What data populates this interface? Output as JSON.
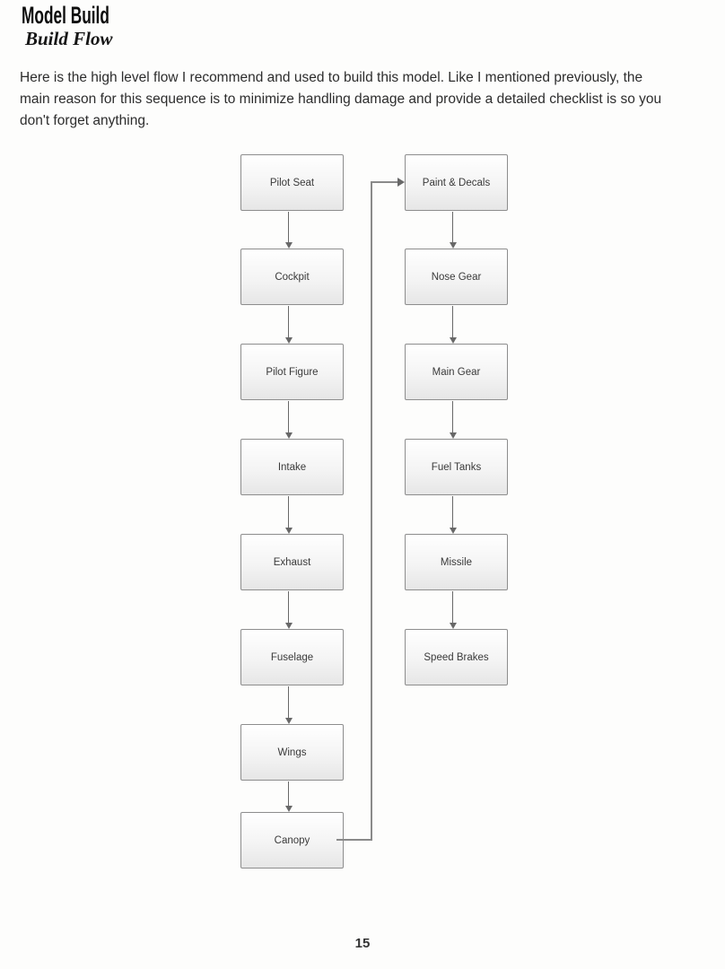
{
  "page": {
    "title": "Model Build",
    "subtitle": "Build Flow",
    "paragraph_lines": [
      "Here is the high level flow I recommend and used to build this model. Like I mentioned previously, the",
      "main reason for this sequence is to minimize handling damage and provide a detailed checklist is so you",
      "don't forget anything."
    ],
    "page_number": "15"
  },
  "flowchart": {
    "left_nodes": [
      "Pilot Seat",
      "Cockpit",
      "Pilot Figure",
      "Intake",
      "Exhaust",
      "Fuselage",
      "Wings",
      "Canopy"
    ],
    "right_nodes": [
      "Paint & Decals",
      "Nose Gear",
      "Main Gear",
      "Fuel Tanks",
      "Missile",
      "Speed Brakes"
    ],
    "edges": [
      {
        "from": "Pilot Seat",
        "to": "Cockpit"
      },
      {
        "from": "Cockpit",
        "to": "Pilot Figure"
      },
      {
        "from": "Pilot Figure",
        "to": "Intake"
      },
      {
        "from": "Intake",
        "to": "Exhaust"
      },
      {
        "from": "Exhaust",
        "to": "Fuselage"
      },
      {
        "from": "Fuselage",
        "to": "Wings"
      },
      {
        "from": "Wings",
        "to": "Canopy"
      },
      {
        "from": "Canopy",
        "to": "Paint & Decals"
      },
      {
        "from": "Paint & Decals",
        "to": "Nose Gear"
      },
      {
        "from": "Nose Gear",
        "to": "Main Gear"
      },
      {
        "from": "Main Gear",
        "to": "Fuel Tanks"
      },
      {
        "from": "Fuel Tanks",
        "to": "Missile"
      },
      {
        "from": "Missile",
        "to": "Speed Brakes"
      }
    ],
    "colors": {
      "box_border": "#8d8d8d",
      "box_fill_top": "#ffffff",
      "box_fill_bottom": "#e6e6e6",
      "arrow": "#686868",
      "connector": "#8a8a8a"
    }
  }
}
